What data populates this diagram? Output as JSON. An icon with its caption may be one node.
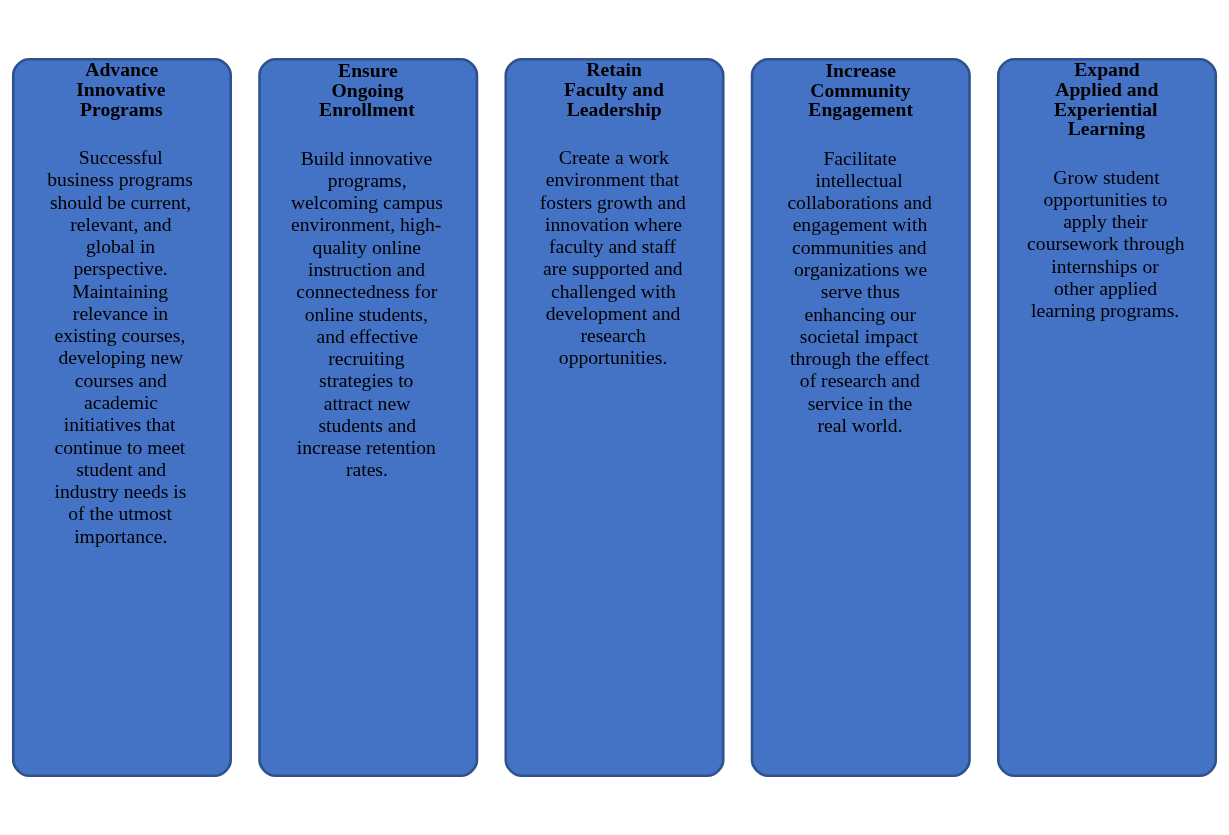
{
  "diagram": {
    "nodes": [
      {
        "text": [
          "Advance Innovative Programs",
          "Successful business programs should be current, relevant, and global in perspective. Maintaining relevance in existing courses, developing new courses and academic initiatives that continue to meet student and industry needs is of the utmost importance."
        ]
      },
      {
        "text": [
          "Ensure Ongoing Enrollment",
          "Build innovative programs, welcoming campus environment, high-quality online instruction and connectedness for online students, and effective recruiting strategies to attract new students and increase retention rates."
        ]
      },
      {
        "text": [
          "Retain Faculty and Leadership",
          "Create a work environment that fosters growth and innovation where faculty and staff are supported and challenged with development and research opportunities."
        ]
      },
      {
        "text": [
          "Increase Community Engagement",
          "Facilitate intellectual collaborations and engagement with communities and organizations we serve thus enhancing our societal impact through the effect of research and service in the real world."
        ]
      },
      {
        "text": [
          "Expand Applied and Experiential Learning",
          "Grow student opportunities to apply their coursework through internships or other applied learning programs."
        ]
      }
    ]
  }
}
